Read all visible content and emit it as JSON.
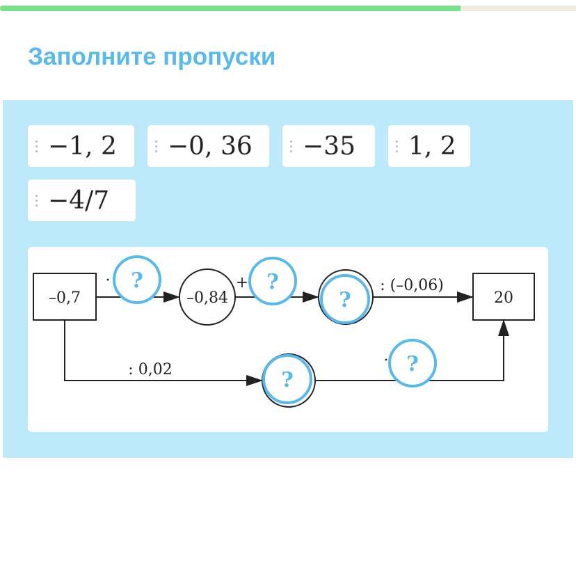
{
  "progress": {
    "percent": 80,
    "fill_color": "#7ae08f"
  },
  "title": "Заполните пропуски",
  "chips": [
    {
      "label": "−1, 2"
    },
    {
      "label": "−0, 36"
    },
    {
      "label": "−35"
    },
    {
      "label": "1, 2"
    },
    {
      "label": "−4/7"
    }
  ],
  "diagram": {
    "start": "–0,7",
    "mid1": "–0,84",
    "end": "20",
    "op1": "·",
    "op2": "+",
    "op3": ": (–0,06)",
    "op4": ": 0,02",
    "op5": "·",
    "blank": "?"
  }
}
